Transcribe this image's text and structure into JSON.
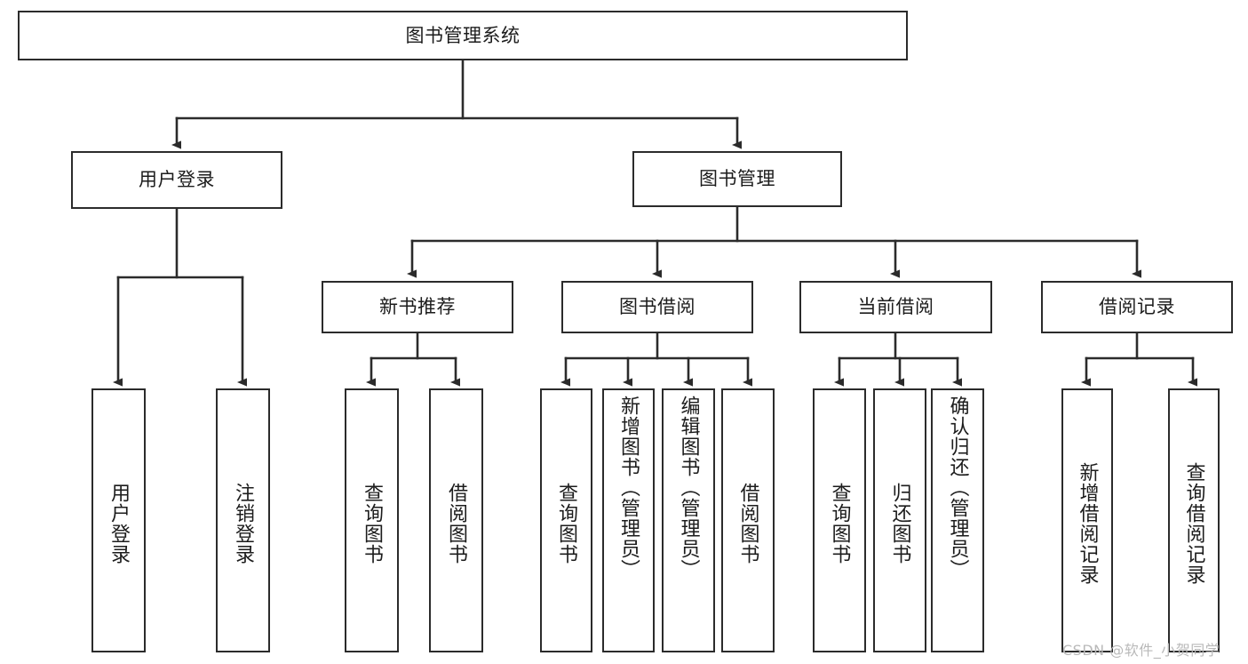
{
  "diagram": {
    "type": "tree-hierarchy",
    "title": "图书管理系统",
    "watermark": "CSDN @软件_小贺同学",
    "colors": {
      "stroke": "#2b2b2b",
      "fill": "#ffffff",
      "text": "#1c1c1c",
      "watermark": "#b9b9b9"
    },
    "levels": [
      {
        "level": 1,
        "nodes": [
          {
            "id": "root",
            "label": "图书管理系统",
            "orientation": "horizontal"
          }
        ]
      },
      {
        "level": 2,
        "nodes": [
          {
            "id": "login",
            "label": "用户登录",
            "orientation": "horizontal",
            "parent": "root"
          },
          {
            "id": "bookmgmt",
            "label": "图书管理",
            "orientation": "horizontal",
            "parent": "root"
          }
        ]
      },
      {
        "level": 3,
        "nodes": [
          {
            "id": "newbook",
            "label": "新书推荐",
            "orientation": "horizontal",
            "parent": "bookmgmt"
          },
          {
            "id": "borrow",
            "label": "图书借阅",
            "orientation": "horizontal",
            "parent": "bookmgmt"
          },
          {
            "id": "current",
            "label": "当前借阅",
            "orientation": "horizontal",
            "parent": "bookmgmt"
          },
          {
            "id": "records",
            "label": "借阅记录",
            "orientation": "horizontal",
            "parent": "bookmgmt"
          }
        ]
      },
      {
        "level": 4,
        "nodes": [
          {
            "id": "leaf-1",
            "label": "用户登录",
            "orientation": "vertical",
            "parent": "login"
          },
          {
            "id": "leaf-2",
            "label": "注销登录",
            "orientation": "vertical",
            "parent": "login"
          },
          {
            "id": "leaf-3",
            "label": "查询图书",
            "orientation": "vertical",
            "parent": "newbook"
          },
          {
            "id": "leaf-4",
            "label": "借阅图书",
            "orientation": "vertical",
            "parent": "newbook"
          },
          {
            "id": "leaf-5",
            "label": "查询图书",
            "orientation": "vertical",
            "parent": "borrow"
          },
          {
            "id": "leaf-6",
            "label": "新增图书（管理员）",
            "orientation": "vertical",
            "parent": "borrow"
          },
          {
            "id": "leaf-7",
            "label": "编辑图书（管理员）",
            "orientation": "vertical",
            "parent": "borrow"
          },
          {
            "id": "leaf-8",
            "label": "借阅图书",
            "orientation": "vertical",
            "parent": "borrow"
          },
          {
            "id": "leaf-9",
            "label": "查询图书",
            "orientation": "vertical",
            "parent": "current"
          },
          {
            "id": "leaf-10",
            "label": "归还图书",
            "orientation": "vertical",
            "parent": "current"
          },
          {
            "id": "leaf-11",
            "label": "确认归还（管理员）",
            "orientation": "vertical",
            "parent": "current"
          },
          {
            "id": "leaf-12",
            "label": "新增借阅记录",
            "orientation": "vertical",
            "parent": "records"
          },
          {
            "id": "leaf-13",
            "label": "查询借阅记录",
            "orientation": "vertical",
            "parent": "records"
          }
        ]
      }
    ]
  }
}
